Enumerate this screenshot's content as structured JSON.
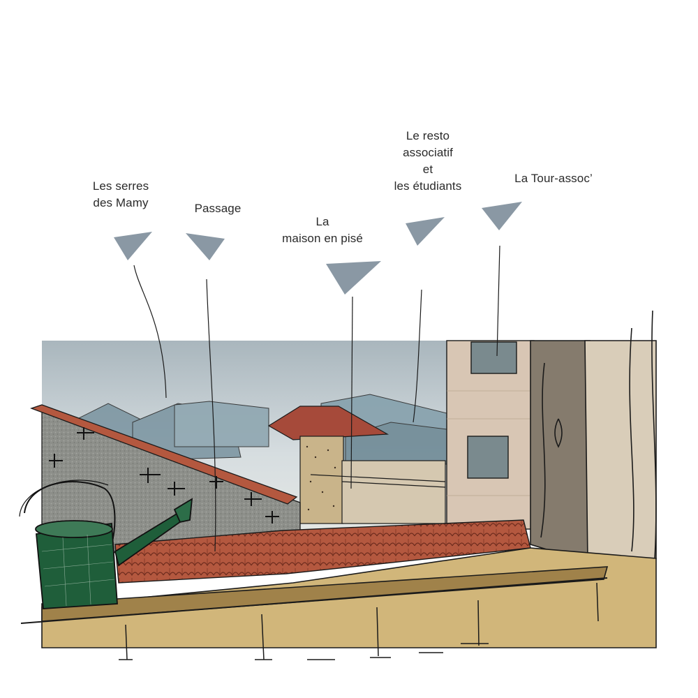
{
  "labels": {
    "serres": {
      "lines": [
        "Les serres",
        "des Mamy"
      ]
    },
    "passage": {
      "lines": [
        "Passage"
      ]
    },
    "maison": {
      "lines": [
        "La",
        "maison en pisé"
      ]
    },
    "resto": {
      "lines": [
        "Le resto",
        "associatif",
        "et",
        "les étudiants"
      ]
    },
    "tour": {
      "lines": [
        "La Tour-assoc’"
      ]
    }
  },
  "colors": {
    "marker": "#8a98a4",
    "sky": "#b7c2c8",
    "roof_tiles": "#b0573f",
    "sill": "#d1b67a",
    "watering_can": "#1f5e3a",
    "far_roofs": "#7f9aa6",
    "ink": "#1a1a1a"
  }
}
